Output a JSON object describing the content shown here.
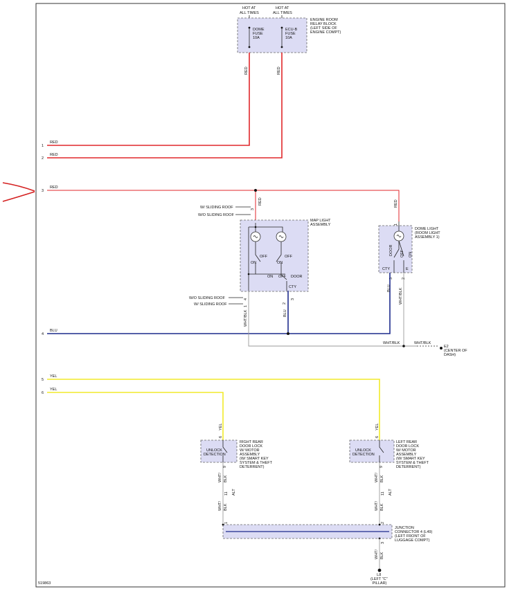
{
  "pins": {
    "p1": "1",
    "p2": "2",
    "p3": "3",
    "p4": "4",
    "p5": "5",
    "p6": "6",
    "n1": "1",
    "n2": "2",
    "n3": "3",
    "n4": "4",
    "n6": "6",
    "n9": "9",
    "n11": "11"
  },
  "wires": {
    "red": "RED",
    "blu": "BLU",
    "yel": "YEL",
    "wht_blk": "WHT/BLK",
    "wht": "WHT/",
    "blk": "BLK",
    "alt": "ALT"
  },
  "fuse_block": {
    "hot_line1": "HOT AT",
    "hot_line2": "ALL TIMES",
    "dome_fuse": [
      "DOME",
      "FUSE",
      "10A"
    ],
    "ecu_fuse": [
      "ECU-B",
      "FUSE",
      "10A"
    ],
    "label": [
      "ENGINE ROOM",
      "RELAY BLOCK",
      "(LEFT SIDE OF",
      "ENGINE COMPT)"
    ]
  },
  "map_light": {
    "label": [
      "MAP LIGHT",
      "ASSEMBLY"
    ],
    "w_sliding_roof": "W/ SLIDING ROOF",
    "wo_sliding_roof": "W/O SLIDING ROOF",
    "sw_off": "OFF",
    "sw_on": "ON",
    "sw_door": "DOOR",
    "cty": "CTY"
  },
  "dome_light": {
    "label": [
      "DOME LIGHT",
      "(ROOM LIGHT",
      "ASSEMBLY 1)"
    ],
    "door": "DOOR",
    "off": "OFF",
    "on": "ON",
    "cty": "CTY",
    "e": "E"
  },
  "ground_e2": [
    "E2",
    "(CENTER OF",
    "DASH)"
  ],
  "right_lock": {
    "detection": [
      "UNLOCK",
      "DETECTION"
    ],
    "label": [
      "RIGHT REAR",
      "DOOR LOCK",
      "W/ MOTOR",
      "ASSEMBLY",
      "(W/ SMART KEY",
      "SYSTEM & THEFT",
      "DETERRENT)"
    ]
  },
  "left_lock": {
    "detection": [
      "UNLOCK",
      "DETECTION"
    ],
    "label": [
      "LEFT REAR",
      "DOOR LOCK",
      "W/ MOTOR",
      "ASSEMBLY",
      "(W/ SMART KEY",
      "SYSTEM & THEFT",
      "DETERRENT)"
    ]
  },
  "junction": {
    "label": [
      "JUNCTION",
      "CONNECTOR 4 (L49)",
      "(LEFT FRONT OF",
      "LUGGAGE COMPT)"
    ]
  },
  "ground_l8": [
    "L8",
    "(LEFT \"C\"",
    "PILLAR)"
  ],
  "figure_id": "519863",
  "colors": {
    "red_wire": "#e0262a",
    "blue_wire": "#1c2a8c",
    "yellow_wire": "#f2ea2a",
    "wht_blk_wire": "#9a9a9a",
    "component_fill": "#dcdcf4",
    "annotation_arrow": "#d42020"
  }
}
